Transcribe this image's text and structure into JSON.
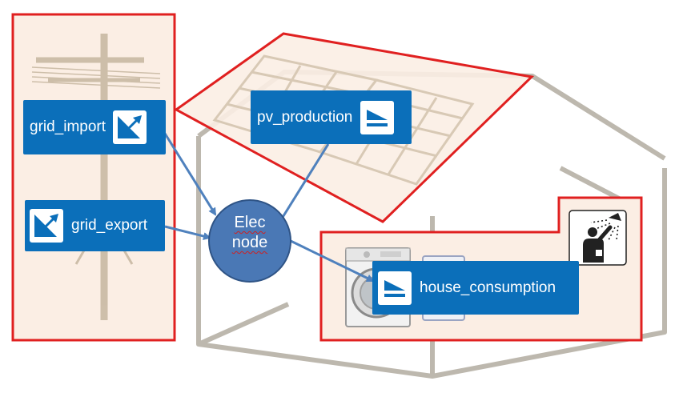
{
  "diagram": {
    "blocks": {
      "grid_import": {
        "label": "grid_import",
        "icon": "bidirectional-meter-icon"
      },
      "grid_export": {
        "label": "grid_export",
        "icon": "bidirectional-meter-icon"
      },
      "pv_production": {
        "label": "pv_production",
        "icon": "unidirectional-meter-icon"
      },
      "house_consumption": {
        "label": "house_consumption",
        "icon": "unidirectional-meter-icon"
      }
    },
    "node": {
      "line1": "Elec",
      "line2": "node"
    },
    "colors": {
      "block_fill": "#0b6fba",
      "node_fill": "#4a78b5",
      "node_stroke": "#2f5486",
      "arrow": "#4f81bd",
      "zone_border": "#e02020",
      "zone_fill": "#fbeee4",
      "house_line": "#bdb8ae"
    },
    "zones": [
      "grid-zone",
      "roof-zone",
      "house-zone"
    ]
  }
}
